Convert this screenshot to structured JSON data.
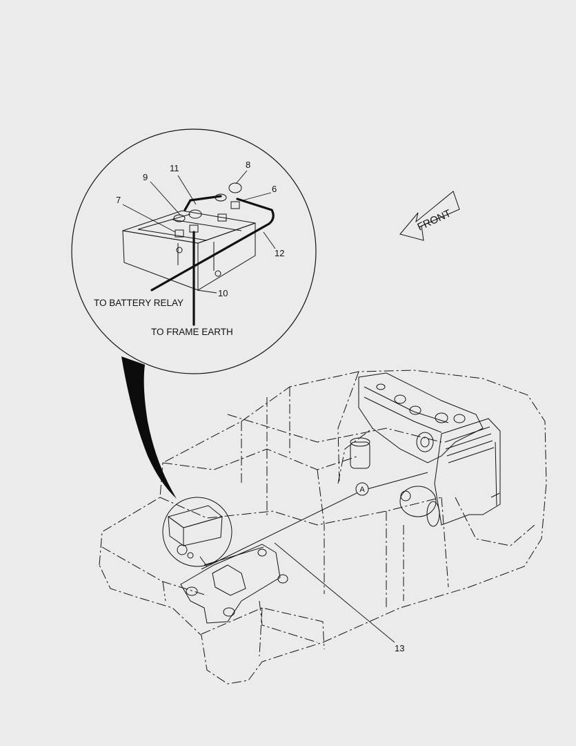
{
  "callouts": {
    "c6": "6",
    "c7": "7",
    "c8": "8",
    "c9": "9",
    "c10": "10",
    "c11": "11",
    "c12": "12",
    "c13": "13"
  },
  "captions": {
    "battery_relay": "TO BATTERY RELAY",
    "frame_earth": "TO FRAME EARTH"
  },
  "front_arrow": {
    "label": "FRONT"
  },
  "section_marker": {
    "label": "A"
  },
  "colors": {
    "background": "#ebebeb",
    "ink": "#111111"
  }
}
